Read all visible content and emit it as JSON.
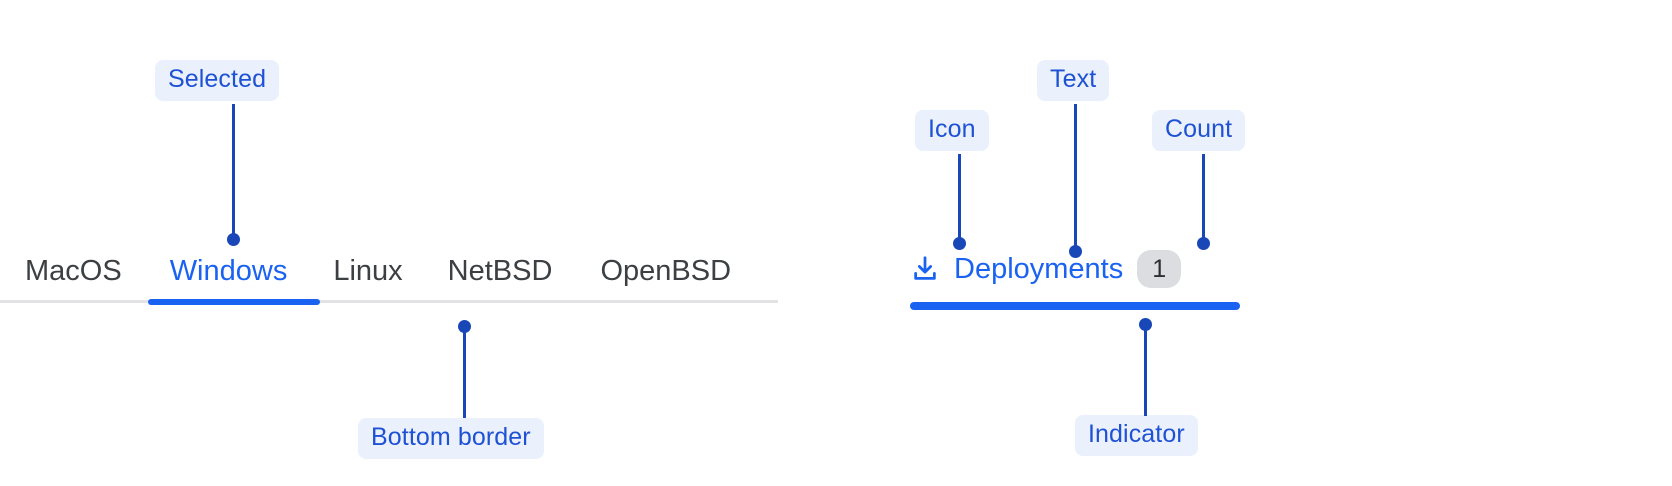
{
  "annotations": {
    "selected": "Selected",
    "bottom_border": "Bottom border",
    "icon": "Icon",
    "text": "Text",
    "count": "Count",
    "indicator": "Indicator"
  },
  "left_tabset": {
    "tabs": [
      {
        "label": "MacOS",
        "selected": false
      },
      {
        "label": "Windows",
        "selected": true
      },
      {
        "label": "Linux",
        "selected": false
      },
      {
        "label": "NetBSD",
        "selected": false
      },
      {
        "label": "OpenBSD",
        "selected": false
      }
    ]
  },
  "right_tabset": {
    "tab": {
      "icon": "download-icon",
      "label": "Deployments",
      "count": "1",
      "selected": true
    }
  },
  "colors": {
    "accent": "#1a62f2",
    "callout_text": "#1f51d4",
    "callout_bg": "#eaf1fd",
    "leader": "#1a47b8",
    "tab_text": "#3c4043",
    "border": "#e3e3e5",
    "badge_bg": "#dcdde0",
    "badge_text": "#2c2e33"
  }
}
